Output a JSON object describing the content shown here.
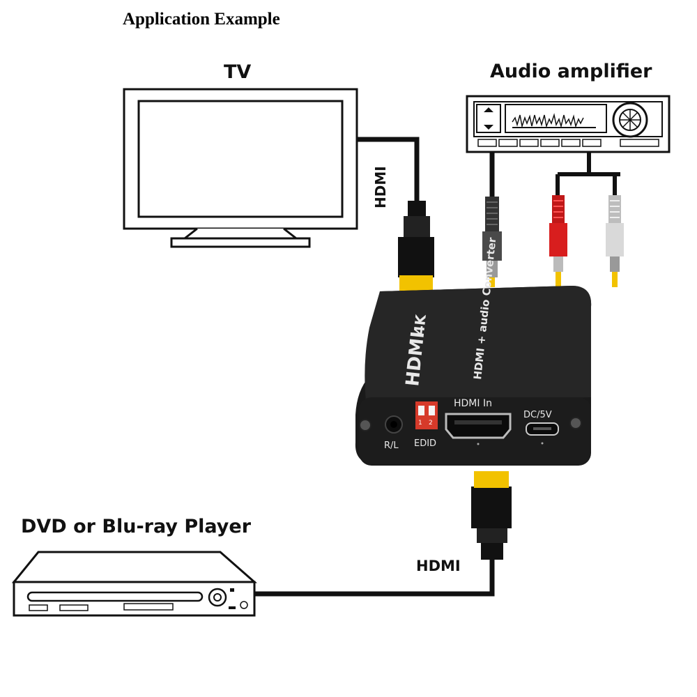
{
  "title": "Application Example",
  "labels": {
    "tv": "TV",
    "amplifier": "Audio amplifier",
    "dvd": "DVD or Blu-ray Player",
    "hdmi_top": "HDMI",
    "hdmi_bottom": "HDMI"
  },
  "converter": {
    "logo": "HDMI",
    "logo_suffix": "4K",
    "product_name": "HDMI + audio Converter",
    "port_hdmi_in": "HDMI In",
    "port_dc": "DC/5V",
    "port_rl": "R/L",
    "port_edid": "EDID",
    "dip_1": "1",
    "dip_2": "2"
  },
  "colors": {
    "device_body": "#1c1c1c",
    "hdmi_gold": "#f2c200",
    "rca_red": "#d81e1e",
    "rca_white": "#d9d9d9",
    "dip_red": "#d63a2a"
  }
}
